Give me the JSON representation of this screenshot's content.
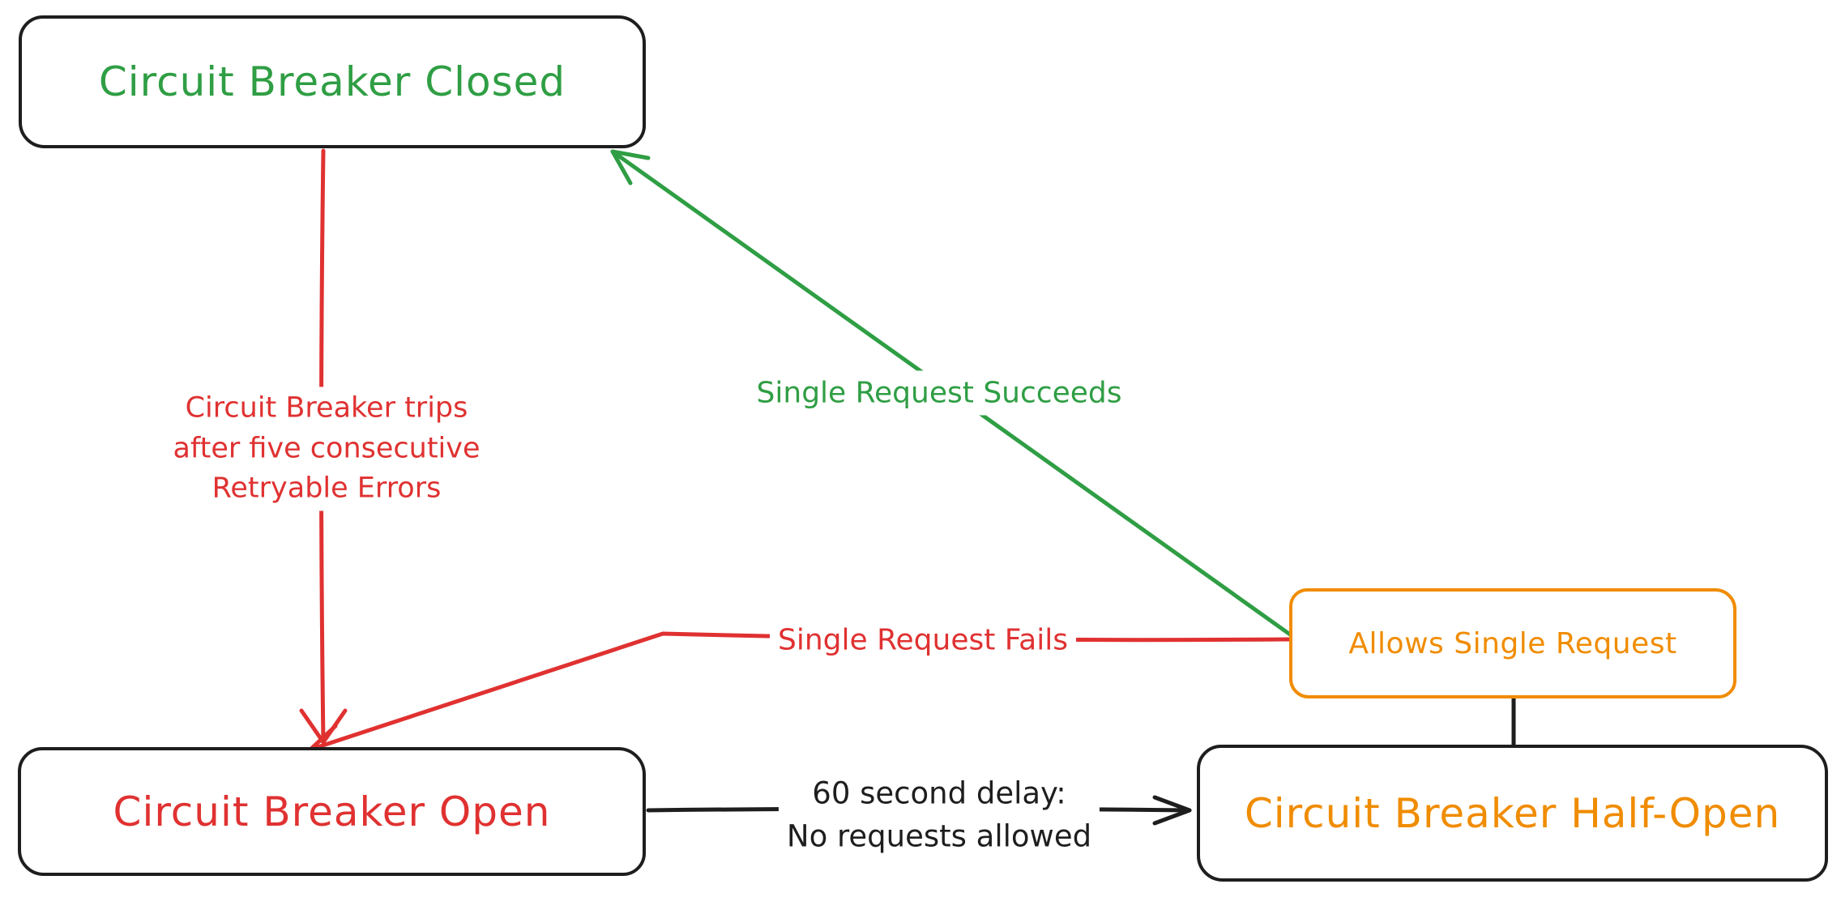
{
  "colors": {
    "green": "#2f9e44",
    "red": "#e03131",
    "orange": "#f08c00",
    "ink": "#1e1e1e",
    "background": "#ffffff"
  },
  "nodes": {
    "closed": {
      "label": "Circuit Breaker Closed"
    },
    "open": {
      "label": "Circuit Breaker Open"
    },
    "half_open": {
      "label": "Circuit Breaker Half-Open"
    },
    "allows_single_request": {
      "label": "Allows Single Request"
    }
  },
  "edges": {
    "trip": {
      "from": "closed",
      "to": "open",
      "label_lines": [
        "Circuit Breaker trips",
        "after five consecutive",
        "Retryable Errors"
      ]
    },
    "succeeds": {
      "from": "allows_single_request",
      "to": "closed",
      "label": "Single Request Succeeds"
    },
    "fails": {
      "from": "allows_single_request",
      "to": "open",
      "label": "Single Request Fails"
    },
    "delay": {
      "from": "open",
      "to": "half_open",
      "label_lines": [
        "60 second delay:",
        "No requests allowed"
      ]
    },
    "connector": {
      "from": "allows_single_request",
      "to": "half_open"
    }
  }
}
